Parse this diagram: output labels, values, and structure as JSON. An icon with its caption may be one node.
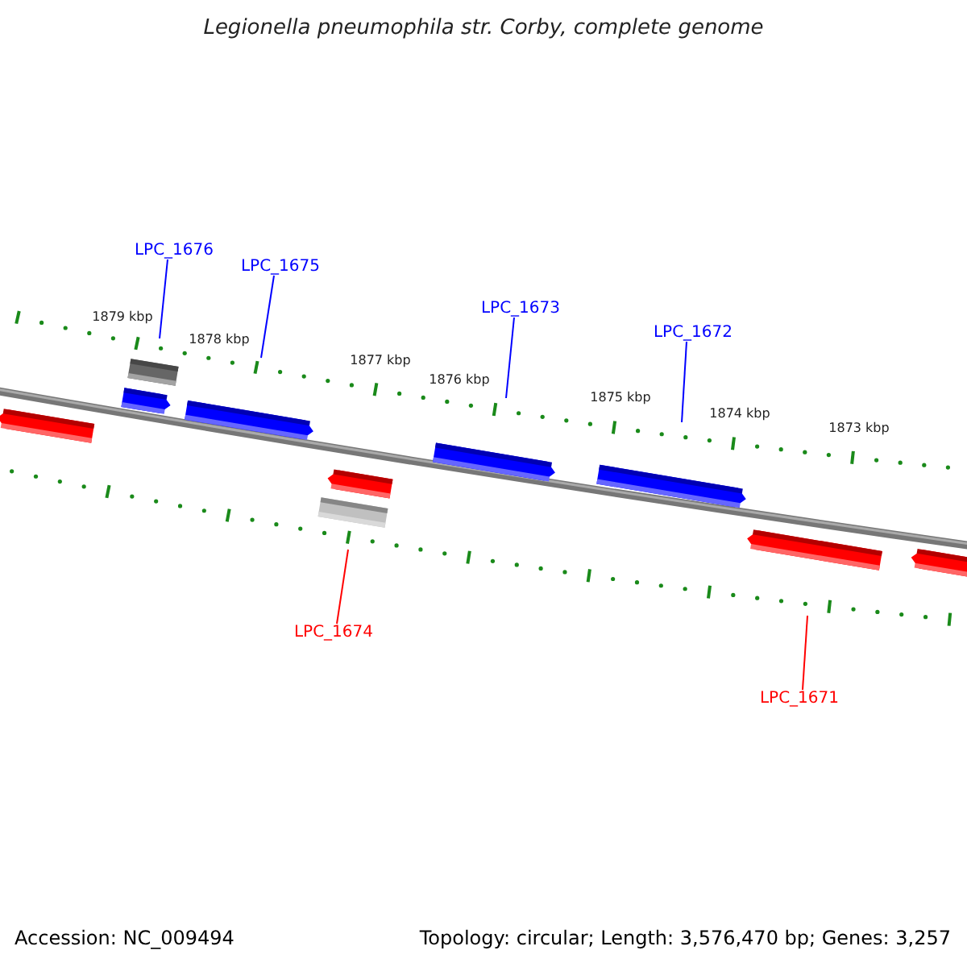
{
  "diagram": {
    "title": "Legionella pneumophila str. Corby, complete genome",
    "nodes": [
      {
        "text": [
          "LPC_1676"
        ]
      },
      {
        "text": [
          "LPC_1675"
        ]
      },
      {
        "text": [
          "LPC_1673"
        ]
      },
      {
        "text": [
          "LPC_1672"
        ]
      },
      {
        "text": [
          "LPC_1674"
        ]
      },
      {
        "text": [
          "LPC_1671"
        ]
      }
    ],
    "edges": [
      {
        "from": 0,
        "to": null,
        "arrow": "none"
      },
      {
        "from": 1,
        "to": null,
        "arrow": "none"
      },
      {
        "from": 2,
        "to": null,
        "arrow": "none"
      },
      {
        "from": 3,
        "to": null,
        "arrow": "none"
      },
      {
        "from": 4,
        "to": null,
        "arrow": "none",
        "color": "#ff0000"
      },
      {
        "from": 5,
        "to": null,
        "arrow": "none",
        "color": "#ff0000"
      }
    ],
    "labels": [
      "1879 kbp",
      "1878 kbp",
      "1877 kbp",
      "1876 kbp",
      "1875 kbp",
      "1874 kbp",
      "1873 kbp",
      "Accession: NC_009494",
      "Topology: circular; Length: 3,576,470 bp; Genes: 3,257"
    ]
  }
}
